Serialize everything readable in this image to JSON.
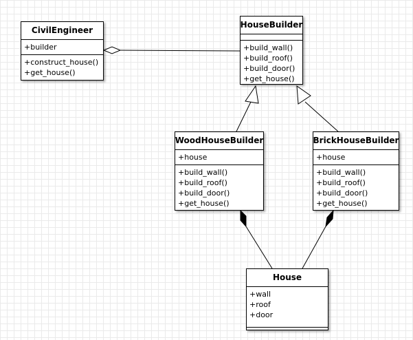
{
  "classes": {
    "civil_engineer": {
      "name": "CivilEngineer",
      "attributes": [
        "+builder"
      ],
      "operations": [
        "+construct_house()",
        "+get_house()"
      ]
    },
    "house_builder": {
      "name": "HouseBuilder",
      "attributes": [],
      "operations": [
        "+build_wall()",
        "+build_roof()",
        "+build_door()",
        "+get_house()"
      ]
    },
    "wood_house_builder": {
      "name": "WoodHouseBuilder",
      "attributes": [
        "+house"
      ],
      "operations": [
        "+build_wall()",
        "+build_roof()",
        "+build_door()",
        "+get_house()"
      ]
    },
    "brick_house_builder": {
      "name": "BrickHouseBuilder",
      "attributes": [
        "+house"
      ],
      "operations": [
        "+build_wall()",
        "+build_roof()",
        "+build_door()",
        "+get_house()"
      ]
    },
    "house": {
      "name": "House",
      "attributes": [
        "+wall",
        "+roof",
        "+door"
      ],
      "operations": []
    }
  },
  "relationships": [
    {
      "type": "aggregation",
      "whole": "CivilEngineer",
      "part": "HouseBuilder"
    },
    {
      "type": "generalization",
      "child": "WoodHouseBuilder",
      "parent": "HouseBuilder"
    },
    {
      "type": "generalization",
      "child": "BrickHouseBuilder",
      "parent": "HouseBuilder"
    },
    {
      "type": "composition",
      "whole": "WoodHouseBuilder",
      "part": "House"
    },
    {
      "type": "composition",
      "whole": "BrickHouseBuilder",
      "part": "House"
    }
  ],
  "colors": {
    "background": "#ffffff",
    "grid": "#eaeaea",
    "stroke": "#000000"
  }
}
